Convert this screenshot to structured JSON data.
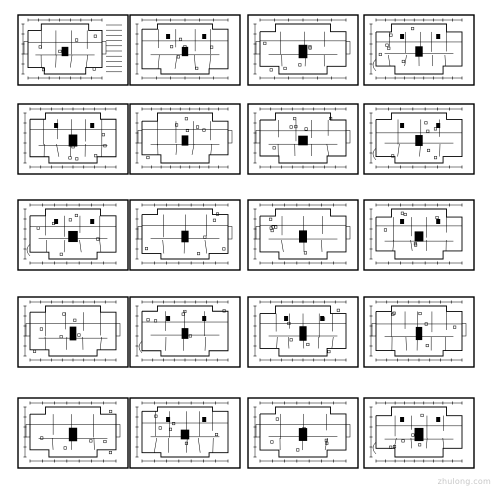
{
  "sheet_set": {
    "rows": 5,
    "columns": 4,
    "sheets": [
      {
        "id": "r1c1",
        "variant": "a",
        "has_legend": true
      },
      {
        "id": "r1c2",
        "variant": "b",
        "has_legend": false
      },
      {
        "id": "r1c3",
        "variant": "c",
        "has_legend": false
      },
      {
        "id": "r1c4",
        "variant": "d",
        "has_legend": false
      },
      {
        "id": "r2c1",
        "variant": "b",
        "has_legend": false
      },
      {
        "id": "r2c2",
        "variant": "a",
        "has_legend": false
      },
      {
        "id": "r2c3",
        "variant": "c",
        "has_legend": false
      },
      {
        "id": "r2c4",
        "variant": "d",
        "has_legend": false
      },
      {
        "id": "r3c1",
        "variant": "d",
        "has_legend": false
      },
      {
        "id": "r3c2",
        "variant": "c",
        "has_legend": false
      },
      {
        "id": "r3c3",
        "variant": "a",
        "has_legend": false
      },
      {
        "id": "r3c4",
        "variant": "b",
        "has_legend": false
      },
      {
        "id": "r4c1",
        "variant": "c",
        "has_legend": false
      },
      {
        "id": "r4c2",
        "variant": "d",
        "has_legend": false
      },
      {
        "id": "r4c3",
        "variant": "b",
        "has_legend": false
      },
      {
        "id": "r4c4",
        "variant": "a",
        "has_legend": false
      },
      {
        "id": "r5c1",
        "variant": "a",
        "has_legend": false
      },
      {
        "id": "r5c2",
        "variant": "b",
        "has_legend": false
      },
      {
        "id": "r5c3",
        "variant": "c",
        "has_legend": false
      },
      {
        "id": "r5c4",
        "variant": "d",
        "has_legend": false
      }
    ]
  },
  "colors": {
    "line": "#000000",
    "paper": "#ffffff",
    "watermark": "#c8c8c8"
  },
  "watermark": {
    "text": "zhulong.com"
  }
}
